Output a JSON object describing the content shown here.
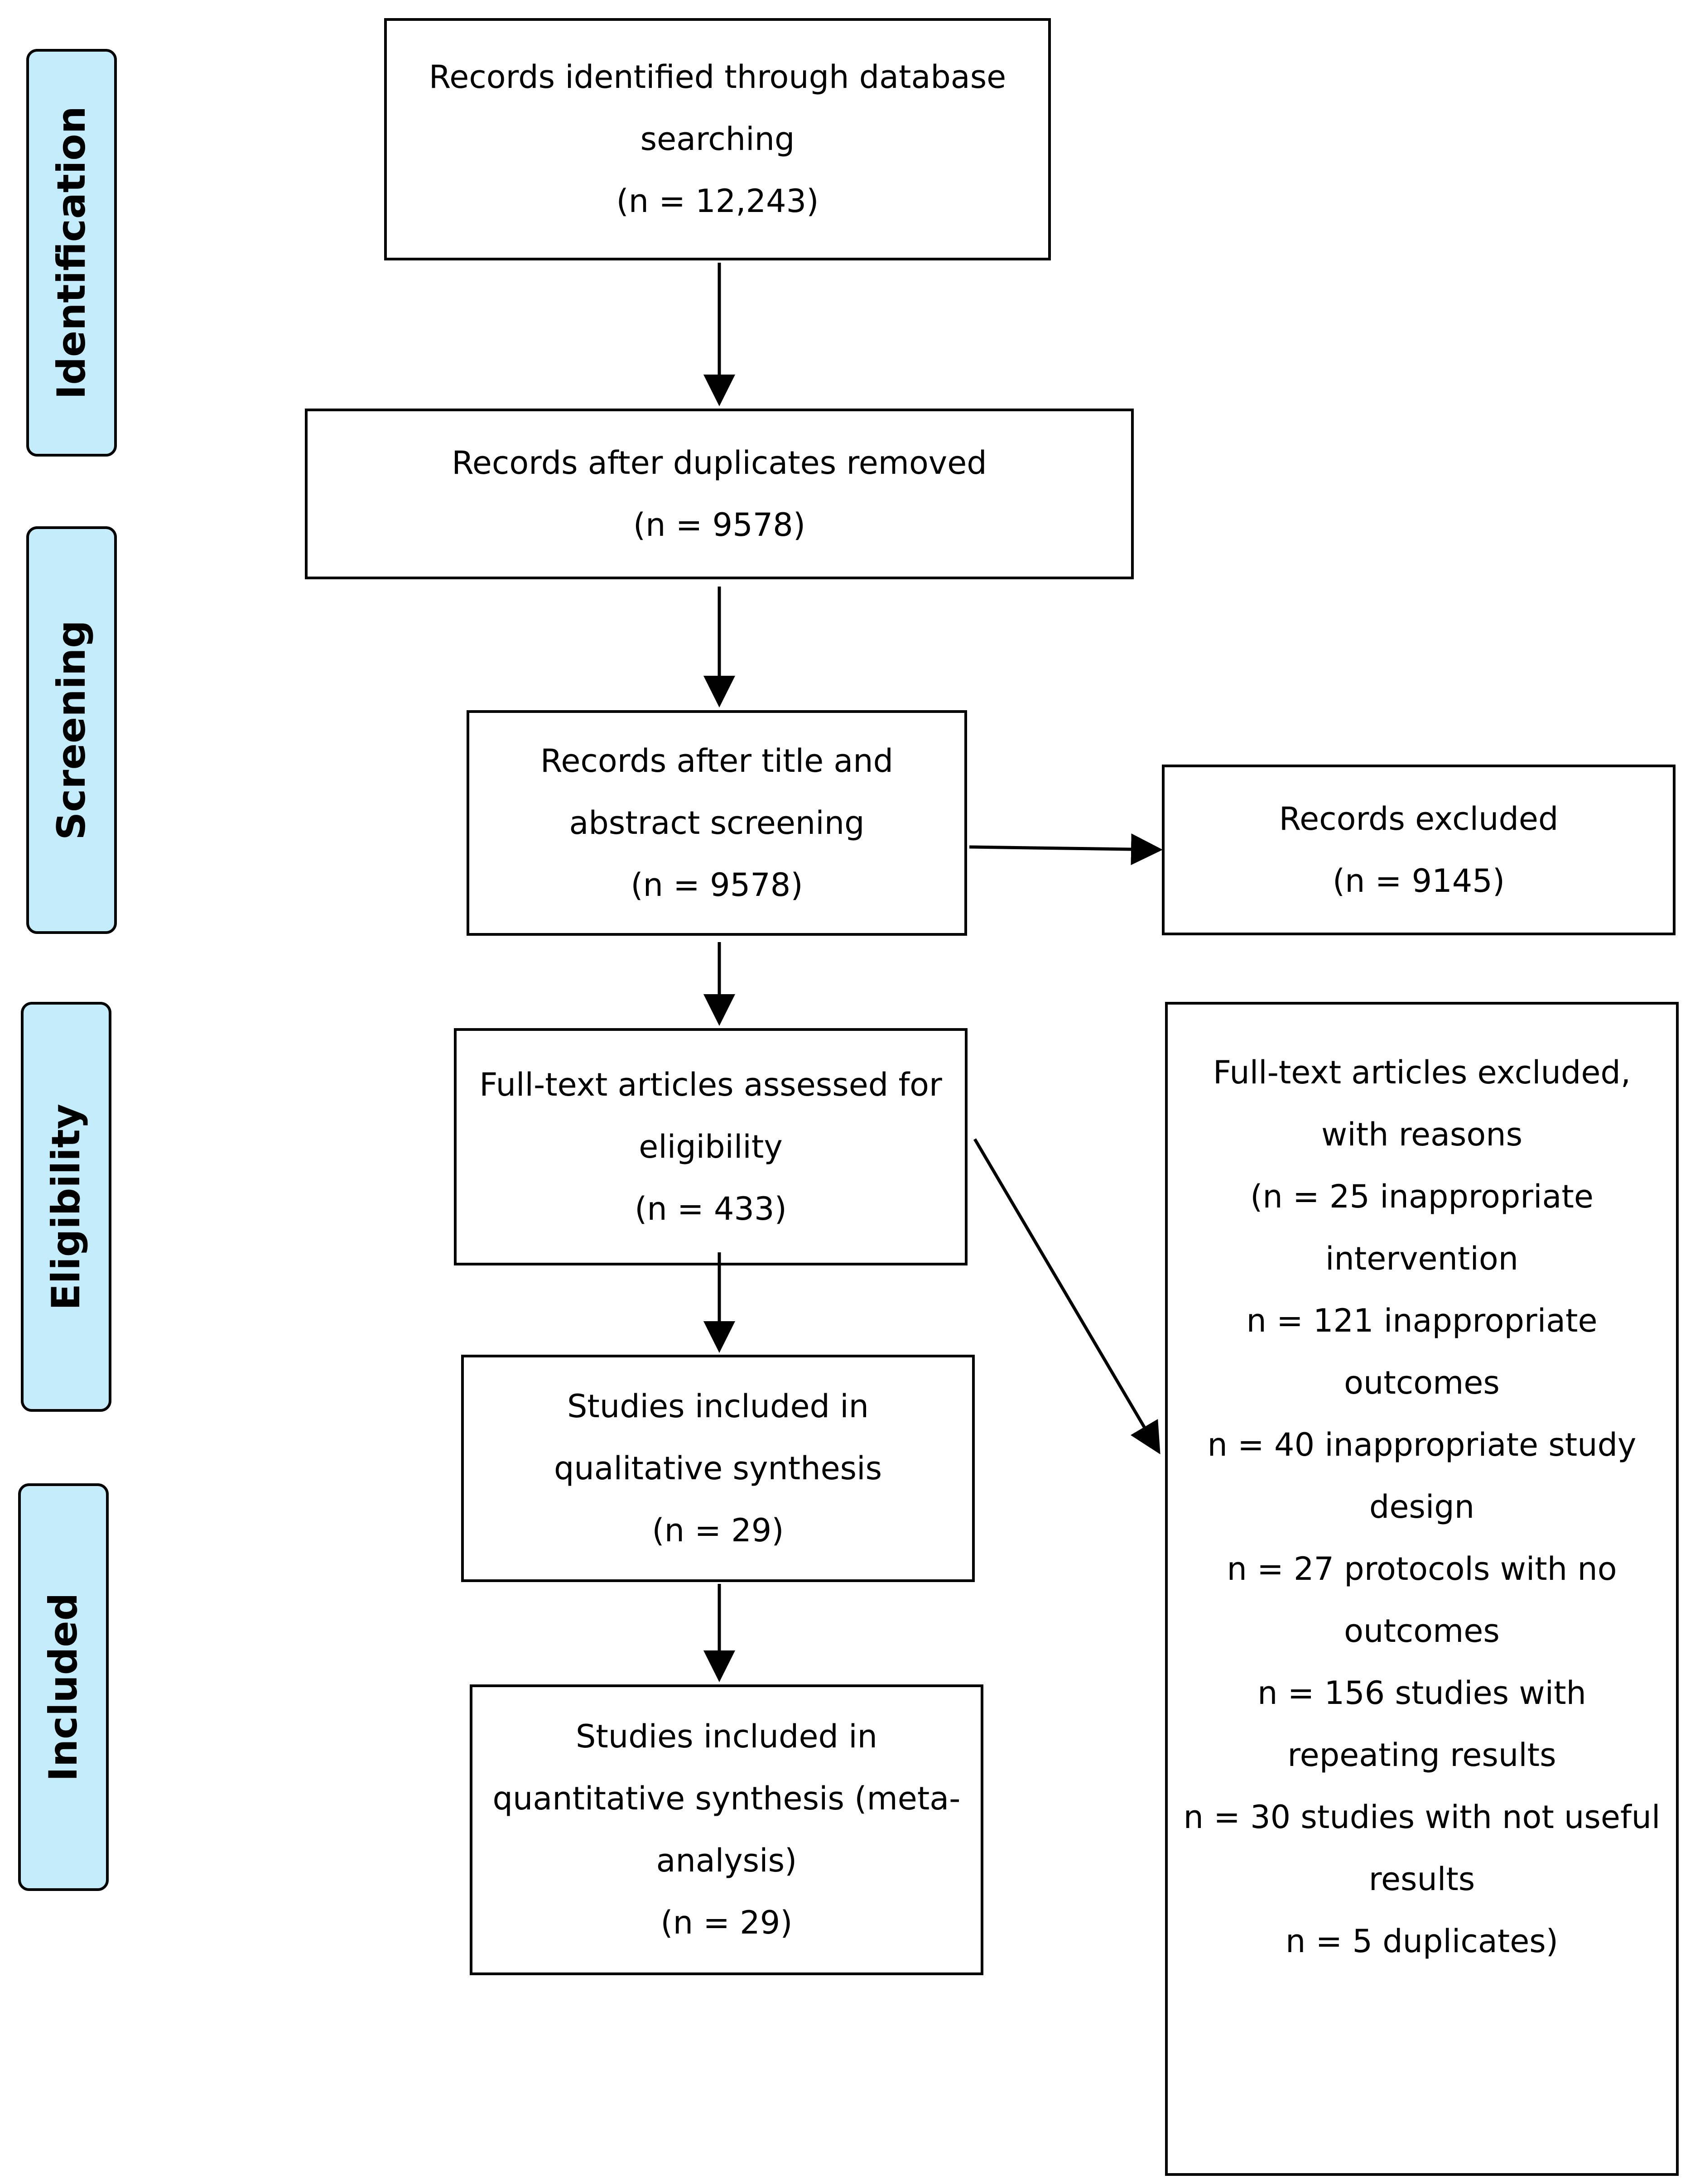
{
  "colors": {
    "stage_fill": "#c5ecfb",
    "stroke": "#000000",
    "box_fill": "#ffffff"
  },
  "stages": {
    "identification": "Identification",
    "screening": "Screening",
    "eligibility": "Eligibility",
    "included": "Included"
  },
  "identified": {
    "lines": [
      "Records identified through database",
      "searching",
      "(n = 12,243)"
    ]
  },
  "duplicates_removed": {
    "lines": [
      "Records after duplicates removed",
      "(n = 9578)"
    ]
  },
  "title_abstract": {
    "lines": [
      "Records after title and",
      "abstract screening",
      "(n = 9578)"
    ]
  },
  "records_excluded": {
    "lines": [
      "Records excluded",
      "(n = 9145)"
    ]
  },
  "fulltext_assessed": {
    "lines": [
      "Full-text articles assessed for",
      "eligibility",
      "(n = 433)"
    ]
  },
  "fulltext_excluded": {
    "lines": [
      "Full-text articles excluded,",
      "with reasons",
      "(n = 25 inappropriate",
      "intervention",
      "n = 121 inappropriate",
      "outcomes",
      "n = 40 inappropriate study",
      "design",
      "n = 27 protocols with no",
      "outcomes",
      "n = 156 studies with",
      "repeating results",
      "n = 30 studies with not useful",
      "results",
      "n = 5 duplicates)"
    ]
  },
  "qualitative": {
    "lines": [
      "Studies included in",
      "qualitative synthesis",
      "(n = 29)"
    ]
  },
  "quantitative": {
    "lines": [
      "Studies included in",
      "quantitative synthesis (meta-",
      "analysis)",
      "(n = 29)"
    ]
  }
}
